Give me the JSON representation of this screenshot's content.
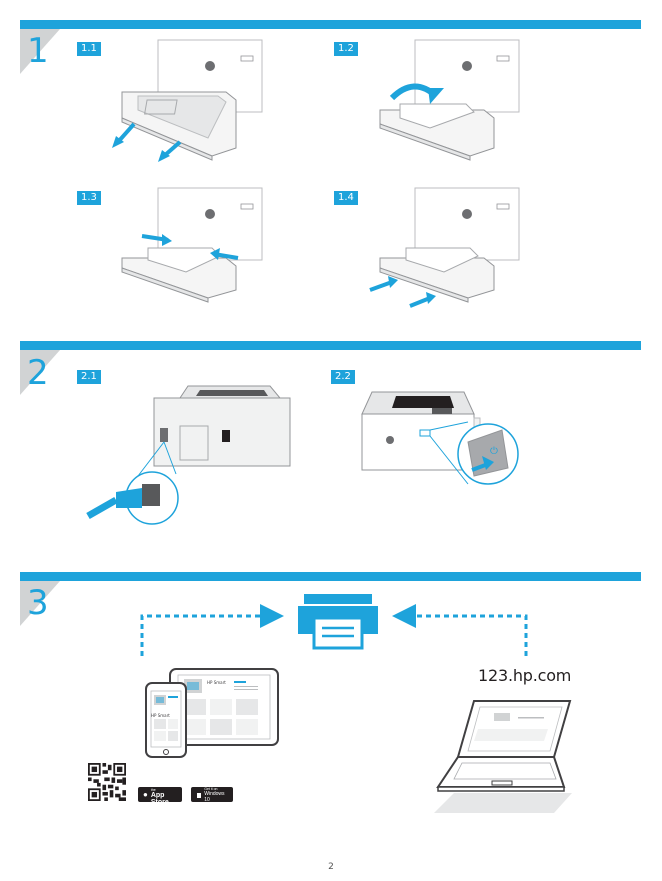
{
  "sections": [
    {
      "number": "1",
      "steps": [
        "1.1",
        "1.2",
        "1.3",
        "1.4"
      ]
    },
    {
      "number": "2",
      "steps": [
        "2.1",
        "2.2"
      ]
    },
    {
      "number": "3"
    }
  ],
  "setup": {
    "url": "123.hp.com",
    "app_name_tablet": "HP Smart",
    "app_name_phone": "HP Smart",
    "app_store_small": "Download on the",
    "app_store_large": "App Store",
    "windows_small": "Get it on",
    "windows_large": "Windows 10"
  },
  "page_number": "2",
  "colors": {
    "accent": "#1ea3db"
  }
}
